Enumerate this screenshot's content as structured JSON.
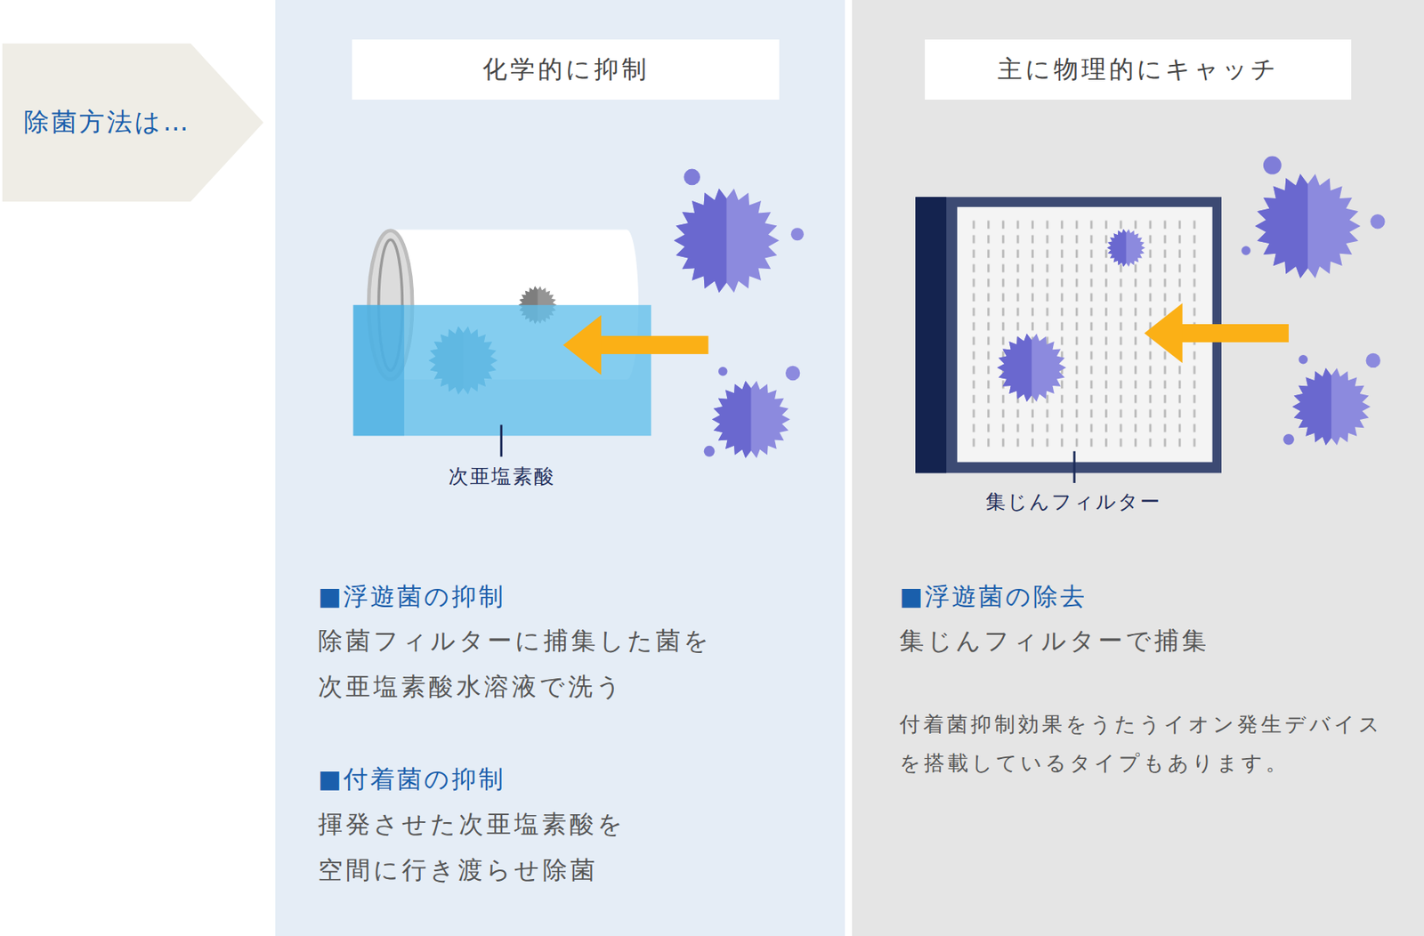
{
  "diagram": {
    "nodes": [
      {
        "text": [
          "除菌方法は…"
        ]
      },
      {
        "text": [
          "■浮遊菌の抑制",
          "除菌フィルターに捕集した菌を 次亜塩素酸水溶液で洗う",
          "■付着菌の抑制",
          "揮発させた次亜塩素酸を 空間に行き渡らせ除菌"
        ]
      },
      {
        "text": [
          "化学的に抑制"
        ],
        "in": 1
      },
      {
        "text": [
          "■浮遊菌の除去",
          "集じんフィルターで捕集",
          "付着菌抑制効果をうたうイオン発生デバイス を搭載しているタイプもあります。"
        ]
      },
      {
        "text": [
          "主に物理的にキャッチ"
        ],
        "in": 3
      }
    ],
    "labels": [
      "次亜塩素酸",
      "集じんフィルター"
    ]
  }
}
